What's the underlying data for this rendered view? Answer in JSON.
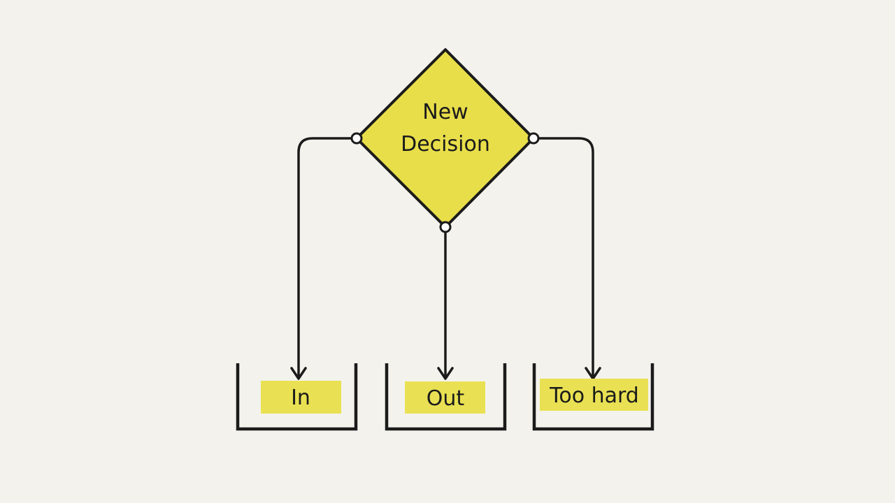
{
  "colors": {
    "background": "#f3f2ed",
    "node_fill": "#e8de4a",
    "label_fill": "#e9e153",
    "stroke": "#1b1b1b",
    "connection_point_fill": "#ffffff"
  },
  "decision_node": {
    "line1": "New",
    "line2": "Decision"
  },
  "bins": [
    {
      "label": "In"
    },
    {
      "label": "Out"
    },
    {
      "label": "Too hard"
    }
  ]
}
